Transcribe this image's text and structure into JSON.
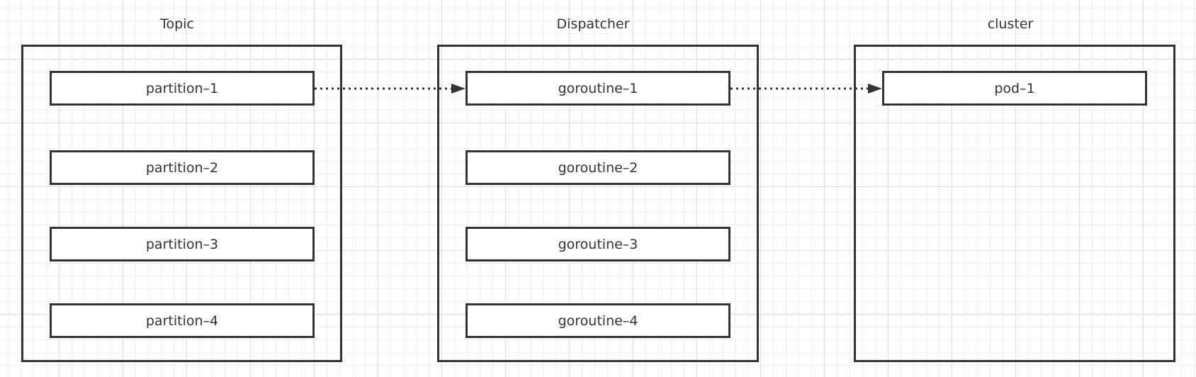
{
  "groups": {
    "topic": {
      "title": "Topic",
      "items": [
        "partition–1",
        "partition–2",
        "partition–3",
        "partition–4"
      ]
    },
    "dispatcher": {
      "title": "Dispatcher",
      "items": [
        "goroutine–1",
        "goroutine–2",
        "goroutine–3",
        "goroutine–4"
      ]
    },
    "cluster": {
      "title": "cluster",
      "items": [
        "pod–1"
      ]
    }
  },
  "connections": [
    {
      "from": "partition–1",
      "to": "goroutine–1",
      "style": "dotted"
    },
    {
      "from": "goroutine–1",
      "to": "pod–1",
      "style": "dotted"
    }
  ],
  "colors": {
    "stroke": "#333333",
    "grid_major": "#dedede",
    "grid_minor": "#f0f0f0",
    "background": "#ffffff"
  }
}
